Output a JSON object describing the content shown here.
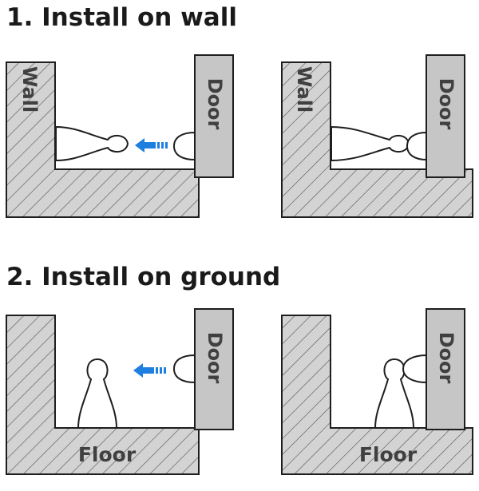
{
  "sections": [
    {
      "title": "1. Install on wall",
      "panels": [
        {
          "surface_label": "Wall",
          "door_label": "Door",
          "state": "before"
        },
        {
          "surface_label": "Wall",
          "door_label": "Door",
          "state": "installed"
        }
      ]
    },
    {
      "title": "2. Install on ground",
      "panels": [
        {
          "surface_label": "Floor",
          "door_label": "Door",
          "state": "before"
        },
        {
          "surface_label": "Floor",
          "door_label": "Door",
          "state": "installed"
        }
      ]
    }
  ],
  "colors": {
    "hatch_fill": "#d3d3d3",
    "hatch_line": "#5a5a5a",
    "outline": "#1e1e1e",
    "door_fill": "#c6c6c6",
    "arrow": "#1e7fe0",
    "label": "#404040"
  },
  "icons": {
    "door_stopper": "door-stopper-icon",
    "direction_arrow": "blue-arrow-left-icon"
  }
}
